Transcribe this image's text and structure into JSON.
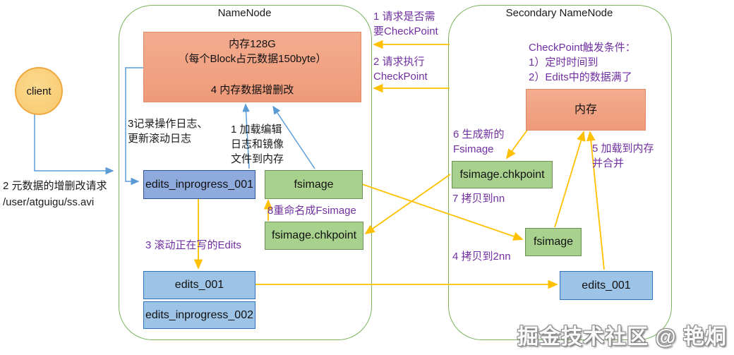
{
  "client": {
    "label": "client",
    "request_label": "2 元数据的增删改请求\n/user/atguigu/ss.avi"
  },
  "namenode": {
    "title": "NameNode",
    "memory_text": "内存128G\n（每个Block占元数据150byte）\n\n4 内存数据增删改",
    "edits_inprogress_001": "edits_inprogress_001",
    "fsimage": "fsimage",
    "fsimage_chkpoint": "fsimage.chkpoint",
    "edits_001": "edits_001",
    "edits_inprogress_002": "edits_inprogress_002",
    "label_record_log": "3记录操作日志、\n更新滚动日志",
    "label_load_to_memory": "1 加载编辑\n日志和镜像\n文件到内存",
    "label_roll_edits": "3 滚动正在写的Edits",
    "label_rename_fsimage": "8重命名成Fsimage"
  },
  "secondary_namenode": {
    "title": "Secondary NameNode",
    "memory_text": "内存",
    "label_conditions": "CheckPoint触发条件：\n1）定时时间到\n2）Edits中的数据满了",
    "label_generate": "6 生成新的\nFsimage",
    "label_load_merge": "5 加载到内存\n并合并",
    "label_copy_to_nn": "7 拷贝到nn",
    "label_copy_to_2nn": "4 拷贝到2nn",
    "fsimage_chkpoint": "fsimage.chkpoint",
    "fsimage": "fsimage",
    "edits_001": "edits_001"
  },
  "between": {
    "label_ask_checkpoint": "1 请求是否需\n要CheckPoint",
    "label_exec_checkpoint": "2 请求执行\nCheckPoint"
  },
  "watermark": "掘金技术社区 @ 艳烔",
  "colors": {
    "container_border": "#79b25b",
    "memory_fill": "#f1a385",
    "green_fill": "#a9d18e",
    "blue_dark_fill": "#8faadc",
    "blue_light_fill": "#9dc3e6",
    "client_fill": "#fbd183",
    "arrow_yellow": "#ffc000",
    "arrow_blue": "#5b9bd5",
    "purple_text": "#7030a0"
  }
}
